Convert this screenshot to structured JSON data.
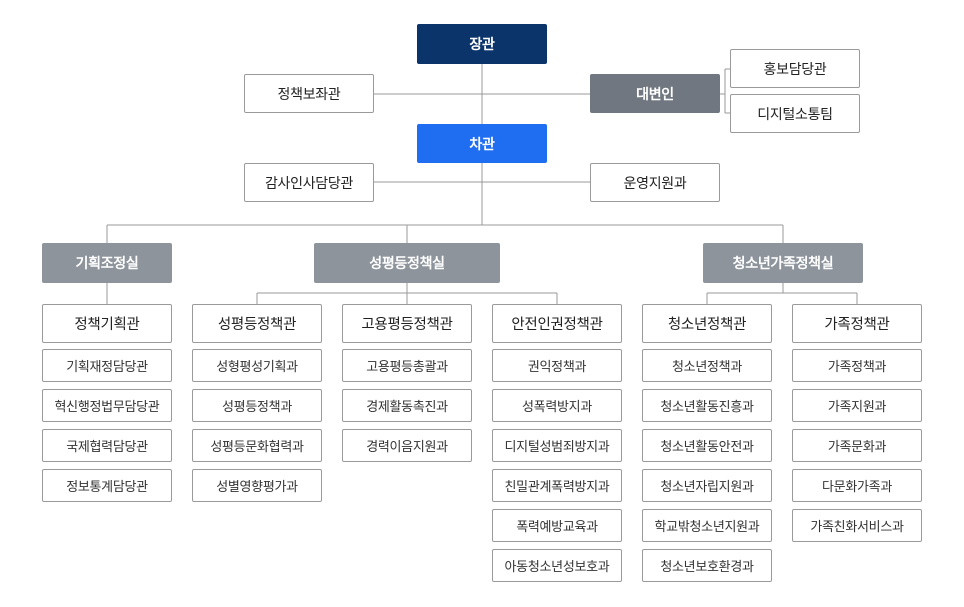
{
  "minister": "장관",
  "policy_advisor": "정책보좌관",
  "spokesperson": {
    "label": "대변인",
    "teams": [
      "홍보담당관",
      "디지털소통팀"
    ]
  },
  "vice_minister": "차관",
  "audit_office": "감사인사담당관",
  "operations_support": "운영지원과",
  "offices": [
    {
      "label": "기획조정실",
      "bureaus": [
        {
          "label": "정책기획관",
          "divisions": [
            "기획재정담당관",
            "혁신행정법무담당관",
            "국제협력담당관",
            "정보통계담당관"
          ]
        }
      ]
    },
    {
      "label": "성평등정책실",
      "bureaus": [
        {
          "label": "성평등정책관",
          "divisions": [
            "성형평성기획과",
            "성평등정책과",
            "성평등문화협력과",
            "성별영향평가과"
          ]
        },
        {
          "label": "고용평등정책관",
          "divisions": [
            "고용평등총괄과",
            "경제활동촉진과",
            "경력이음지원과"
          ]
        },
        {
          "label": "안전인권정책관",
          "divisions": [
            "권익정책과",
            "성폭력방지과",
            "디지털성범죄방지과",
            "친밀관계폭력방지과",
            "폭력예방교육과",
            "아동청소년성보호과"
          ]
        }
      ]
    },
    {
      "label": "청소년가족정책실",
      "bureaus": [
        {
          "label": "청소년정책관",
          "divisions": [
            "청소년정책과",
            "청소년활동진흥과",
            "청소년활동안전과",
            "청소년자립지원과",
            "학교밖청소년지원과",
            "청소년보호환경과"
          ]
        },
        {
          "label": "가족정책관",
          "divisions": [
            "가족정책과",
            "가족지원과",
            "가족문화과",
            "다문화가족과",
            "가족친화서비스과"
          ]
        }
      ]
    }
  ]
}
